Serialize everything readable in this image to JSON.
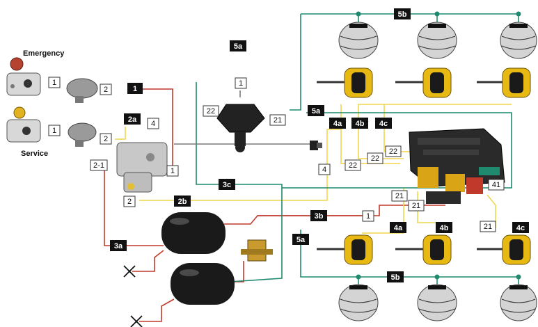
{
  "title_labels": {
    "emergency": "Emergency",
    "service": "Service"
  },
  "colors": {
    "red_line": "#c0392b",
    "yellow_line": "#f2d64b",
    "green_line": "#1f8a6e",
    "grey_line": "#7a7a7a",
    "tag_black": "#111111",
    "tag_white": "#ffffff",
    "actuator_yellow": "#e8b913",
    "tank_black": "#1a1a1a"
  },
  "ports": {
    "p_em_1": "1",
    "p_em_2": "2",
    "p_sv_1": "1",
    "p_sv_2": "2",
    "p_valve_4": "4",
    "p_valve_1": "1",
    "p_valve_21": "2-1",
    "p_valve_2": "2",
    "p_relay_1": "1",
    "p_relay_22": "22",
    "p_relay_21": "21",
    "p_mod_4": "4",
    "p_mod_22a": "22",
    "p_mod_22b": "22",
    "p_mod_22c": "22",
    "p_mod_21a": "21",
    "p_mod_21b": "21",
    "p_mod_1": "1",
    "p_mod_41": "41",
    "p_mod_21c": "21"
  },
  "tags": {
    "t_1": "1",
    "t_2a": "2a",
    "t_2b": "2b",
    "t_3a": "3a",
    "t_3b": "3b",
    "t_3c": "3c",
    "t_5a_top": "5a",
    "t_5a_mid": "5a",
    "t_5a_low": "5a",
    "t_5b_top": "5b",
    "t_5b_bottom": "5b",
    "t_4a_top": "4a",
    "t_4b_top": "4b",
    "t_4c_top": "4c",
    "t_4a_bot": "4a",
    "t_4b_bot": "4b",
    "t_4c_bot": "4c"
  }
}
